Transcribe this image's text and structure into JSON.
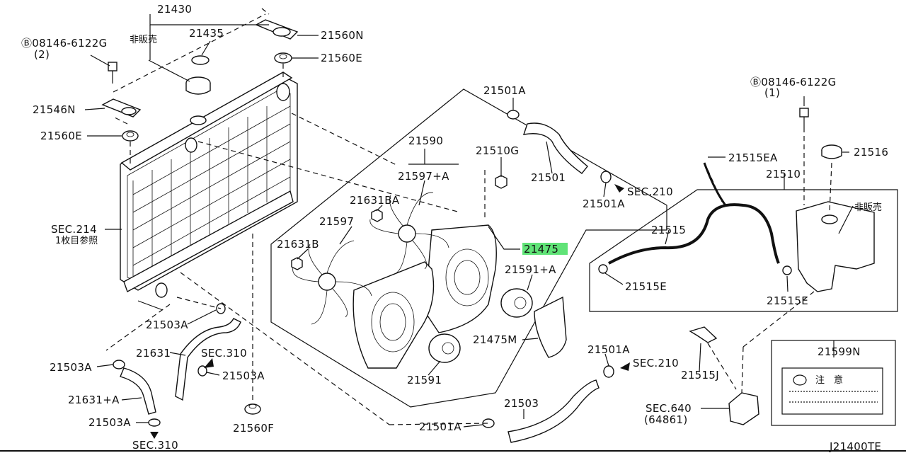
{
  "diagram_code": "J21400TE",
  "labels": {
    "p21430": "21430",
    "p21435": "21435",
    "not_sold_1": "非販売",
    "p21560N": "21560N",
    "p21560E_top": "21560E",
    "bolt_left": "Ⓑ08146-6122G",
    "bolt_left_qty": "(2)",
    "p21546N": "21546N",
    "p21560E_left": "21560E",
    "sec214": "SEC.214",
    "sec214_note": "1枚目参照",
    "p21501A_top": "21501A",
    "p21590": "21590",
    "p21510G": "21510G",
    "p21501": "21501",
    "p21501A_mid": "21501A",
    "sec210_top": "SEC.210",
    "p21597A": "21597+A",
    "p21631BA": "21631BA",
    "p21597": "21597",
    "p21631B": "21631B",
    "p21475": "21475",
    "p21591A": "21591+A",
    "p21475M": "21475M",
    "p21591": "21591",
    "bolt_right": "Ⓑ08146-6122G",
    "bolt_right_qty": "(1)",
    "p21516": "21516",
    "p21515EA": "21515EA",
    "p21510": "21510",
    "not_sold_2": "非販売",
    "p21515": "21515",
    "p21515E_left": "21515E",
    "p21515E_right": "21515E",
    "p21503A_1": "21503A",
    "p21631": "21631",
    "sec310_mid": "SEC.310",
    "p21503A_2": "21503A",
    "p21503A_3": "21503A",
    "p21631A": "21631+A",
    "p21503A_4": "21503A",
    "sec310_bottom": "SEC.310",
    "p21560F": "21560F",
    "p21501A_low": "21501A",
    "sec210_low": "SEC.210",
    "p21515J": "21515J",
    "p21503": "21503",
    "p21501A_bottom": "21501A",
    "p21599N": "21599N",
    "caution": "注　意",
    "sec640": "SEC.640",
    "sec640_code": "(64861)"
  },
  "highlight_color": "#2bd94a"
}
